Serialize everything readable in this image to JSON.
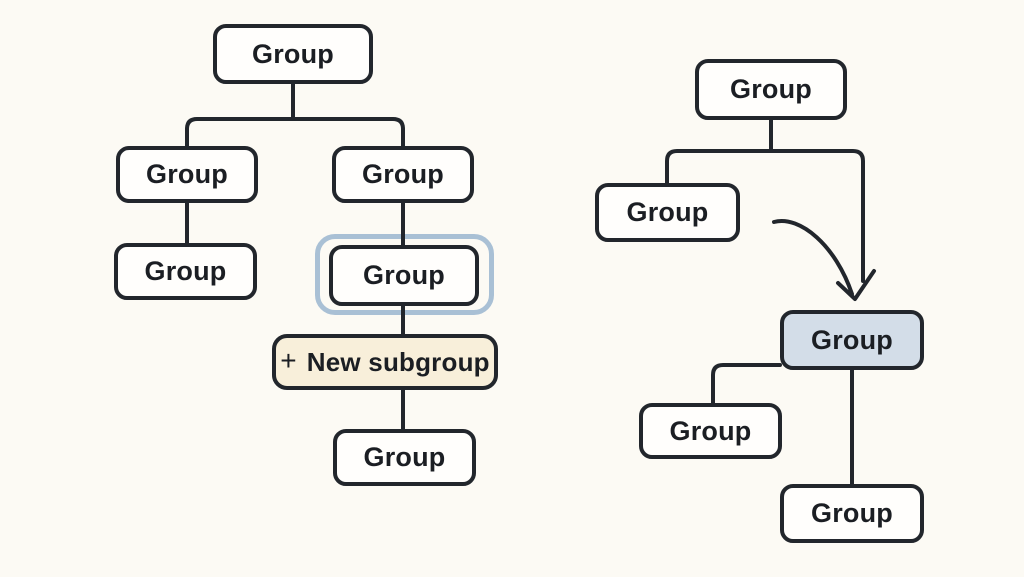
{
  "canvas": {
    "background": "#fcfaf4",
    "line_color": "#22262c",
    "node_fill": "#fffefc",
    "text_color": "#1b1e23"
  },
  "left_diagram": {
    "root": {
      "label": "Group"
    },
    "child_left": {
      "label": "Group"
    },
    "child_right": {
      "label": "Group"
    },
    "grandchild_left": {
      "label": "Group"
    },
    "selected": {
      "label": "Group",
      "highlight_color": "#a9c0d5"
    },
    "new_subgroup_button": {
      "icon": "+",
      "label": "New subgroup",
      "fill": "#f8efda"
    },
    "bottom": {
      "label": "Group"
    }
  },
  "right_diagram": {
    "root": {
      "label": "Group"
    },
    "child": {
      "label": "Group"
    },
    "target": {
      "label": "Group",
      "fill": "#d3dde8"
    },
    "target_child_left": {
      "label": "Group"
    },
    "target_child_bottom": {
      "label": "Group"
    }
  }
}
